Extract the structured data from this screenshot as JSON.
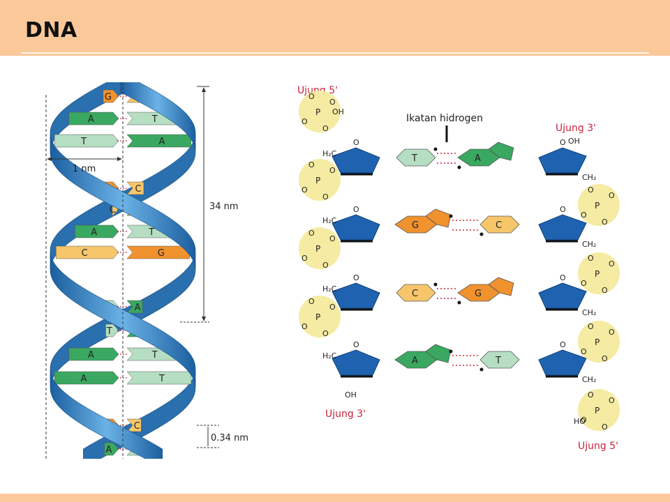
{
  "title": "DNA",
  "helix": {
    "width_label": "1 nm",
    "pitch_label": "34 nm",
    "rise_label": "0.34 nm",
    "pairs": [
      [
        "G",
        "C"
      ],
      [
        "A",
        "T"
      ],
      [
        "T",
        "A"
      ],
      [
        "G",
        "C"
      ],
      [
        "C",
        "G"
      ],
      [
        "A",
        "T"
      ],
      [
        "C",
        "G"
      ],
      [
        "T",
        "A"
      ],
      [
        "T",
        "A"
      ],
      [
        "A",
        "T"
      ],
      [
        "A",
        "T"
      ],
      [
        "G",
        "C"
      ],
      [
        "A",
        "T"
      ]
    ]
  },
  "chem": {
    "label_5_top": "Ujung 5'",
    "label_3_top": "Ujung 3'",
    "label_3_bottom": "Ujung 3'",
    "label_5_bottom": "Ujung 5'",
    "hbond_label": "Ikatan hidrogen",
    "oh": "OH",
    "ho": "HO",
    "o": "O",
    "p": "P",
    "h2c": "H₂C",
    "ch2": "CH₂",
    "pairs": [
      [
        "T",
        "A"
      ],
      [
        "G",
        "C"
      ],
      [
        "C",
        "G"
      ],
      [
        "A",
        "T"
      ]
    ]
  },
  "colors": {
    "G": "#f0922e",
    "C": "#f7c66a",
    "A": "#3aa860",
    "T": "#b5dec2",
    "backbone": "#2f7fc1",
    "sugar": "#1f63b0",
    "phosphate": "#f5eba2",
    "label_red": "#c8243a"
  }
}
